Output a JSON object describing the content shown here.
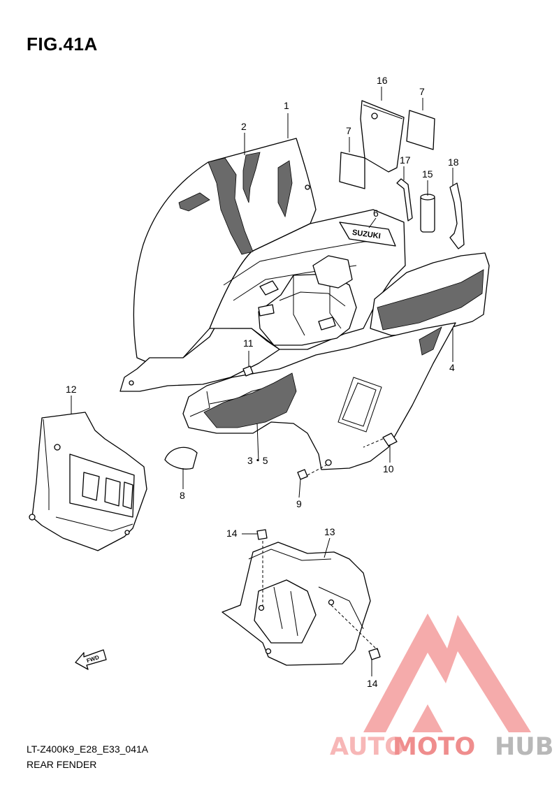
{
  "figure": {
    "title": "FIG.41A",
    "code": "LT-Z400K9_E28_E33_041A",
    "name": "REAR FENDER"
  },
  "callouts": [
    "1",
    "2",
    "3・5",
    "4",
    "6",
    "7",
    "7",
    "8",
    "9",
    "10",
    "11",
    "12",
    "13",
    "14",
    "14",
    "15",
    "16",
    "17",
    "18"
  ],
  "decals": {
    "brand_text": "SUZUKI",
    "fwd_arrow_text": "FWD"
  },
  "watermark": {
    "part1": "AUTO",
    "part2": "MOTO",
    "part3": "HUB",
    "color_main": "#f4a3a3",
    "color_accent": "#ef8d8d",
    "color_hub": "#b8b8b8"
  },
  "colors": {
    "line": "#000000",
    "background": "#ffffff",
    "decal_fill": "#6a6a6a"
  }
}
